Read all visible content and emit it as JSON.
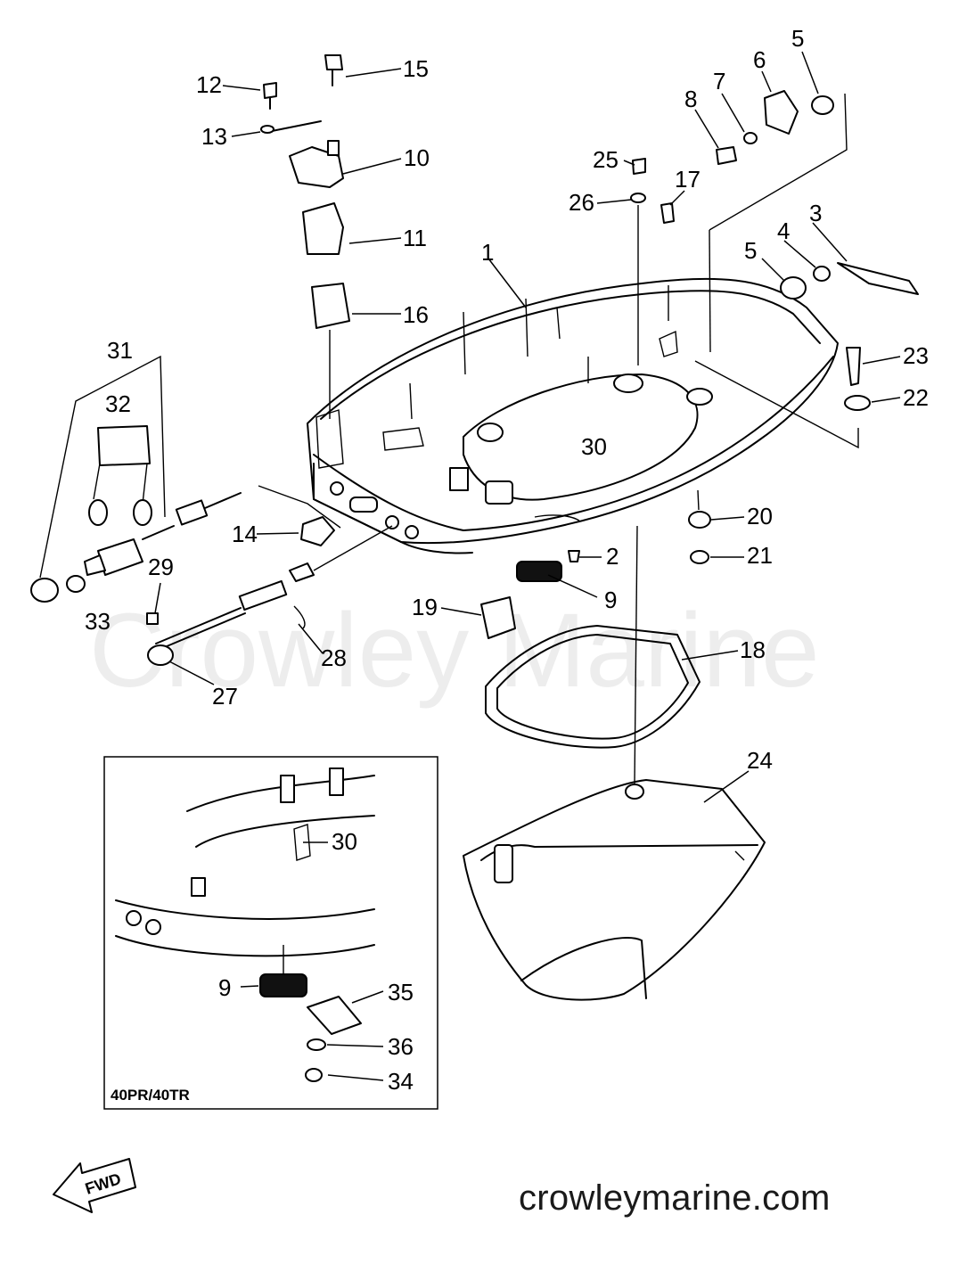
{
  "watermark": "Crowley Marine",
  "footer": "crowleymarine.com",
  "inset_label": "40PR/40TR",
  "fwd_label": "FWD",
  "callouts": [
    {
      "id": "c1",
      "text": "1"
    },
    {
      "id": "c2",
      "text": "2"
    },
    {
      "id": "c3",
      "text": "3"
    },
    {
      "id": "c4",
      "text": "4"
    },
    {
      "id": "c5a",
      "text": "5"
    },
    {
      "id": "c5b",
      "text": "5"
    },
    {
      "id": "c6",
      "text": "6"
    },
    {
      "id": "c7",
      "text": "7"
    },
    {
      "id": "c8",
      "text": "8"
    },
    {
      "id": "c9a",
      "text": "9"
    },
    {
      "id": "c9b",
      "text": "9"
    },
    {
      "id": "c10",
      "text": "10"
    },
    {
      "id": "c11",
      "text": "11"
    },
    {
      "id": "c12",
      "text": "12"
    },
    {
      "id": "c13",
      "text": "13"
    },
    {
      "id": "c14",
      "text": "14"
    },
    {
      "id": "c15",
      "text": "15"
    },
    {
      "id": "c16",
      "text": "16"
    },
    {
      "id": "c17",
      "text": "17"
    },
    {
      "id": "c18",
      "text": "18"
    },
    {
      "id": "c19",
      "text": "19"
    },
    {
      "id": "c20",
      "text": "20"
    },
    {
      "id": "c21",
      "text": "21"
    },
    {
      "id": "c22",
      "text": "22"
    },
    {
      "id": "c23",
      "text": "23"
    },
    {
      "id": "c24",
      "text": "24"
    },
    {
      "id": "c25",
      "text": "25"
    },
    {
      "id": "c26",
      "text": "26"
    },
    {
      "id": "c27",
      "text": "27"
    },
    {
      "id": "c28",
      "text": "28"
    },
    {
      "id": "c29",
      "text": "29"
    },
    {
      "id": "c30a",
      "text": "30"
    },
    {
      "id": "c30b",
      "text": "30"
    },
    {
      "id": "c31",
      "text": "31"
    },
    {
      "id": "c32",
      "text": "32"
    },
    {
      "id": "c33",
      "text": "33"
    },
    {
      "id": "c34",
      "text": "34"
    },
    {
      "id": "c35",
      "text": "35"
    },
    {
      "id": "c36",
      "text": "36"
    }
  ]
}
